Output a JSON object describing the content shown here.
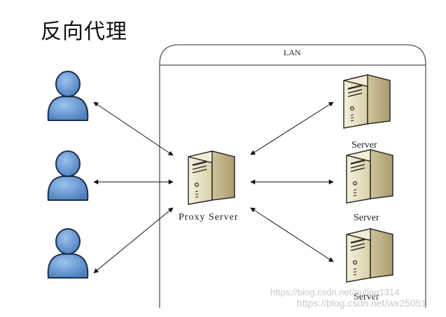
{
  "title": "反向代理",
  "lan": {
    "label": "LAN"
  },
  "proxy": {
    "label": "Proxy Server"
  },
  "servers": [
    {
      "label": "Server"
    },
    {
      "label": "Server"
    },
    {
      "label": "Server"
    }
  ],
  "clients": [
    {
      "icon": "user-icon"
    },
    {
      "icon": "user-icon"
    },
    {
      "icon": "user-icon"
    }
  ],
  "watermarks": [
    "https://blog.csdn.net/gutigg1314",
    "https://blog.csdn.net/wx25051"
  ],
  "colors": {
    "user_body": "#5b8ec9",
    "user_outline": "#1f2f4a",
    "server_body": "#e9e2c7",
    "lan_border": "#555555"
  }
}
